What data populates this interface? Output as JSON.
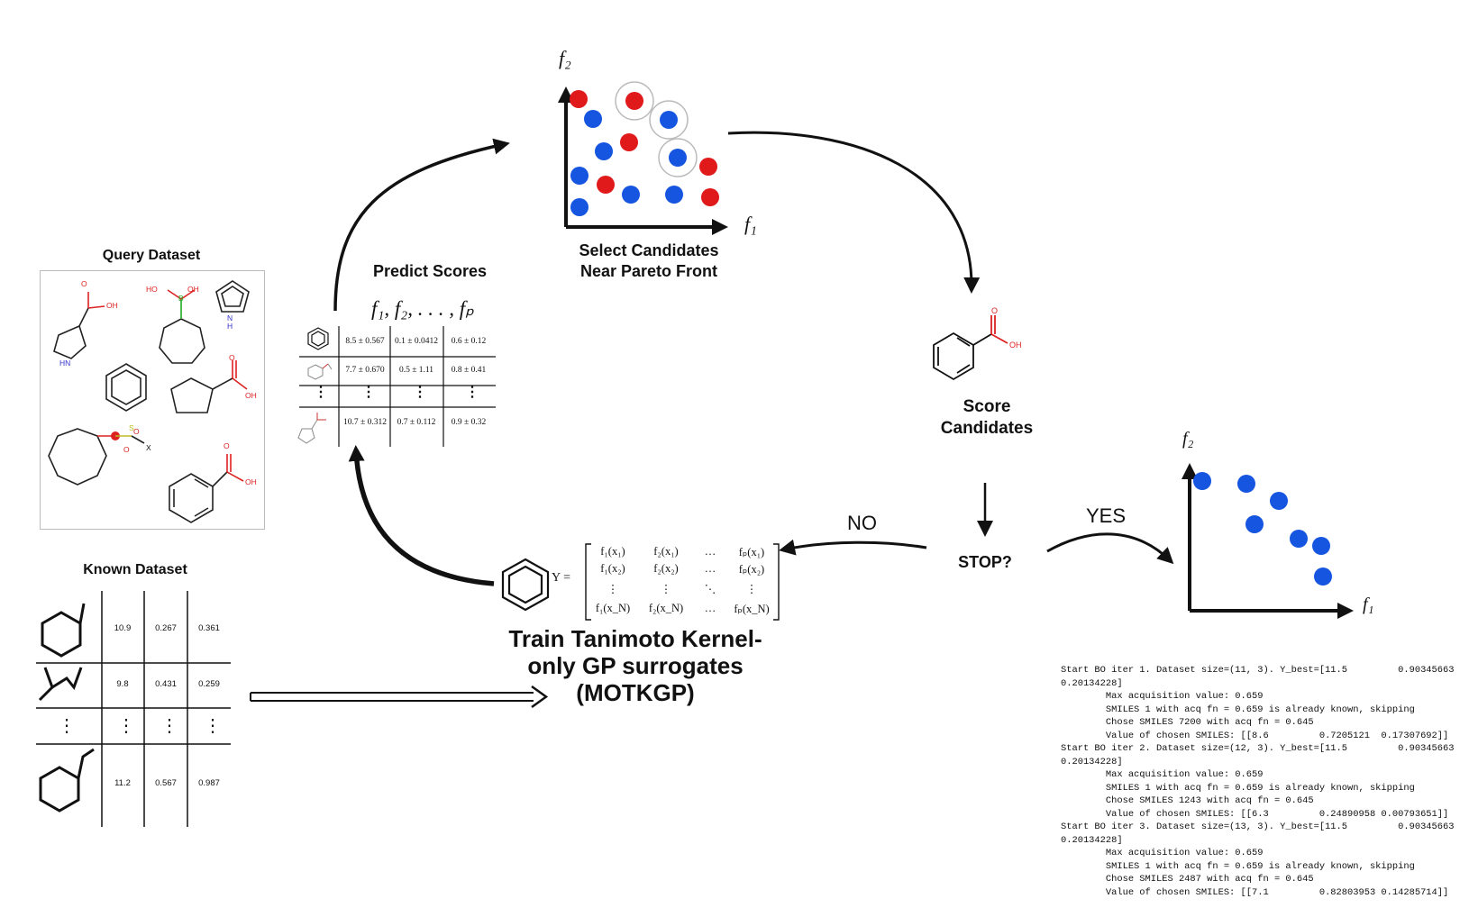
{
  "query_dataset": {
    "title": "Query Dataset",
    "atom_labels": [
      "O",
      "OH",
      "HN",
      "HO",
      "B",
      "OH",
      "N",
      "H",
      "O",
      "OH",
      "S",
      "O",
      "O",
      "X",
      "O",
      "OH"
    ]
  },
  "known_dataset": {
    "title": "Known Dataset",
    "rows": [
      [
        "10.9",
        "0.267",
        "0.361"
      ],
      [
        "9.8",
        "0.431",
        "0.259"
      ],
      [
        "11.2",
        "0.567",
        "0.987"
      ]
    ],
    "ellipsis": "⋮"
  },
  "predict": {
    "title": "Predict Scores",
    "formula": "f₁, f₂, . . . , fₚ",
    "rows": [
      [
        "8.5 ± 0.567",
        "0.1 ± 0.0412",
        "0.6 ± 0.12"
      ],
      [
        "7.7 ± 0.670",
        "0.5 ± 1.11",
        "0.8 ± 0.41"
      ],
      [
        "10.7 ± 0.312",
        "0.7 ± 0.112",
        "0.9 ± 0.32"
      ]
    ],
    "ellipsis": "⋮"
  },
  "pareto": {
    "title_line1": "Select Candidates",
    "title_line2": "Near Pareto Front",
    "y_label": "f₂",
    "x_label": "f₁",
    "colors": {
      "red": "#e0191b",
      "blue": "#1655e0"
    }
  },
  "score": {
    "line1": "Score",
    "line2": "Candidates",
    "atom_labels": [
      "O",
      "OH"
    ]
  },
  "stop": {
    "label": "STOP?",
    "no": "NO",
    "yes": "YES"
  },
  "final_plot": {
    "y_label": "f₂",
    "x_label": "f₁"
  },
  "train": {
    "line1": "Train Tanimoto Kernel-",
    "line2": "only GP surrogates",
    "line3": "(MOTKGP)",
    "matrix_lhs": "Y =",
    "matrix": [
      [
        "f₁(x₁)",
        "f₂(x₁)",
        "…",
        "fₚ(x₁)"
      ],
      [
        "f₁(x₂)",
        "f₂(x₂)",
        "…",
        "fₚ(x₂)"
      ],
      [
        "⋮",
        "⋮",
        "⋱",
        "⋮"
      ],
      [
        "f₁(x_N)",
        "f₂(x_N)",
        "…",
        "fₚ(x_N)"
      ]
    ]
  },
  "log_lines": [
    "Start BO iter 1. Dataset size=(11, 3). Y_best=[11.5         0.90345663",
    "0.20134228]",
    "        Max acquisition value: 0.659",
    "        SMILES 1 with acq fn = 0.659 is already known, skipping",
    "        Chose SMILES 7200 with acq fn = 0.645",
    "        Value of chosen SMILES: [[8.6         0.7205121  0.17307692]]",
    "Start BO iter 2. Dataset size=(12, 3). Y_best=[11.5         0.90345663",
    "0.20134228]",
    "        Max acquisition value: 0.659",
    "        SMILES 1 with acq fn = 0.659 is already known, skipping",
    "        Chose SMILES 1243 with acq fn = 0.645",
    "        Value of chosen SMILES: [[6.3         0.24890958 0.00793651]]",
    "Start BO iter 3. Dataset size=(13, 3). Y_best=[11.5         0.90345663",
    "0.20134228]",
    "        Max acquisition value: 0.659",
    "        SMILES 1 with acq fn = 0.659 is already known, skipping",
    "        Chose SMILES 2487 with acq fn = 0.645",
    "        Value of chosen SMILES: [[7.1         0.82803953 0.14285714]]"
  ]
}
